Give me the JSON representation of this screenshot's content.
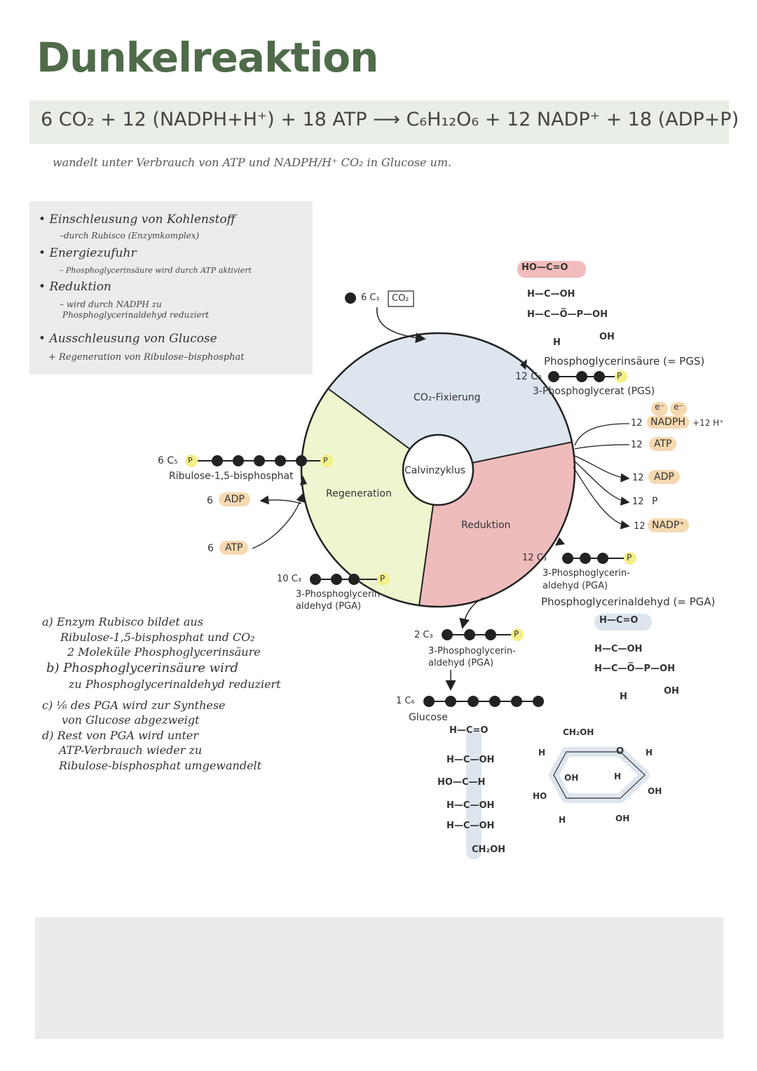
{
  "title": "Dunkelreaktion",
  "equation": "6 CO₂ + 12 (NADPH+H⁺) + 18 ATP ⟶ C₆H₁₂O₆ + 12 NADP⁺ + 18 (ADP+P)",
  "subtitle": "wandelt unter Verbrauch von ATP und NADPH/H⁺ CO₂ in Glucose um.",
  "steps": [
    {
      "title": "Einschleusung von Kohlenstoff",
      "detail": "–durch Rubisco (Enzymkomplex)"
    },
    {
      "title": "Energiezufuhr",
      "detail": "– Phosphoglycerinsäure wird durch ATP aktiviert"
    },
    {
      "title": "Reduktion",
      "detail": "– wird durch NADPH zu",
      "detail2": "Phosphoglycerinaldehyd reduziert"
    },
    {
      "title": "Ausschleusung von Glucose",
      "detail": "+ Regeneration von Ribulose–bisphosphat"
    }
  ],
  "cycle": {
    "center": "Calvinzyklus",
    "fixation": "CO₂-Fixierung",
    "reduction": "Reduktion",
    "regeneration": "Regeneration",
    "colors": {
      "fixation": "#dde6ef",
      "reduction": "#efbcbc",
      "regeneration": "#eef5cf"
    }
  },
  "co2_input": {
    "count": "6",
    "formula": "C₁",
    "box": "CO₂"
  },
  "pgs": {
    "count": "12",
    "formula": "C₃",
    "label": "3-Phosphoglycerat (PGS)",
    "name": "Phosphoglycerinsäure (= PGS)"
  },
  "pga": {
    "count": "12",
    "formula": "C₃",
    "label1": "3-Phosphoglycerin-",
    "label2": "aldehyd (PGA)",
    "name": "Phosphoglycerinaldehyd (= PGA)"
  },
  "pga10": {
    "count": "10",
    "formula": "C₃",
    "label1": "3-Phosphoglycerin-",
    "label2": "aldehyd (PGA)"
  },
  "pga2": {
    "count": "2",
    "formula": "C₃",
    "label1": "3-Phosphoglycerin-",
    "label2": "aldehyd (PGA)"
  },
  "rubp": {
    "count": "6",
    "formula": "C₅",
    "label": "Ribulose-1,5-bisphosphat"
  },
  "glucose": {
    "count": "1",
    "formula": "C₆",
    "label": "Glucose"
  },
  "inputs": [
    {
      "count": "12",
      "label": "NADPH",
      "extra": "+12 H⁺"
    },
    {
      "count": "12",
      "label": "ATP"
    }
  ],
  "outputs": [
    {
      "count": "12",
      "label": "ADP"
    },
    {
      "count": "12",
      "label": "P"
    },
    {
      "count": "12",
      "label": "NADP⁺"
    }
  ],
  "regen_adp": {
    "count": "6",
    "label": "ADP"
  },
  "regen_atp": {
    "count": "6",
    "label": "ATP"
  },
  "phosphate": "P",
  "electron": "e⁻",
  "notes": [
    "a) Enzym Rubisco bildet aus",
    "Ribulose-1,5-bisphosphat und CO₂",
    "2 Moleküle Phosphoglycerinsäure",
    "b) Phosphoglycerinsäure wird",
    "zu Phosphoglycerinaldehyd reduziert",
    "c) ⅙ des PGA wird zur Synthese",
    "von Glucose abgezweigt",
    "d) Rest von PGA wird unter",
    "ATP-Verbrauch wieder zu",
    "Ribulose-bisphosphat umgewandelt"
  ],
  "chem": {
    "ho": "HO",
    "c": "C",
    "o": "O",
    "oh": "OH",
    "h": "H",
    "p": "P",
    "ch2oh": "CH₂OH",
    "o_bar": "O̅"
  }
}
